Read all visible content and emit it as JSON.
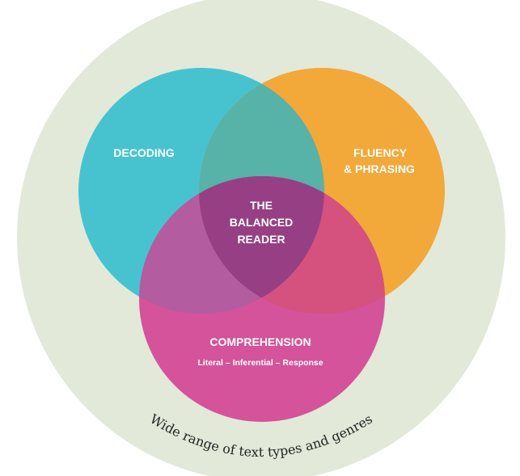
{
  "diagram": {
    "outer_label": "Wide range of text types and genres",
    "decoding": "DECODING",
    "fluency": {
      "line1": "FLUENCY",
      "line2": "& PHRASING"
    },
    "comprehension": {
      "title": "COMPREHENSION",
      "subtitle": "Literal – Inferential – Response"
    },
    "center": {
      "line1": "THE",
      "line2": "BALANCED",
      "line3": "READER"
    }
  },
  "colors": {
    "outer": "#e2e9d9",
    "decoding": "#47c3cf",
    "fluency": "#f3a83a",
    "comprehension": "#d4539a",
    "decoding_fluency_overlap": "#57b2a8",
    "decoding_comprehension_overlap": "#b35ca0",
    "fluency_comprehension_overlap": "#d5517e",
    "center_overlap": "#973f84"
  }
}
